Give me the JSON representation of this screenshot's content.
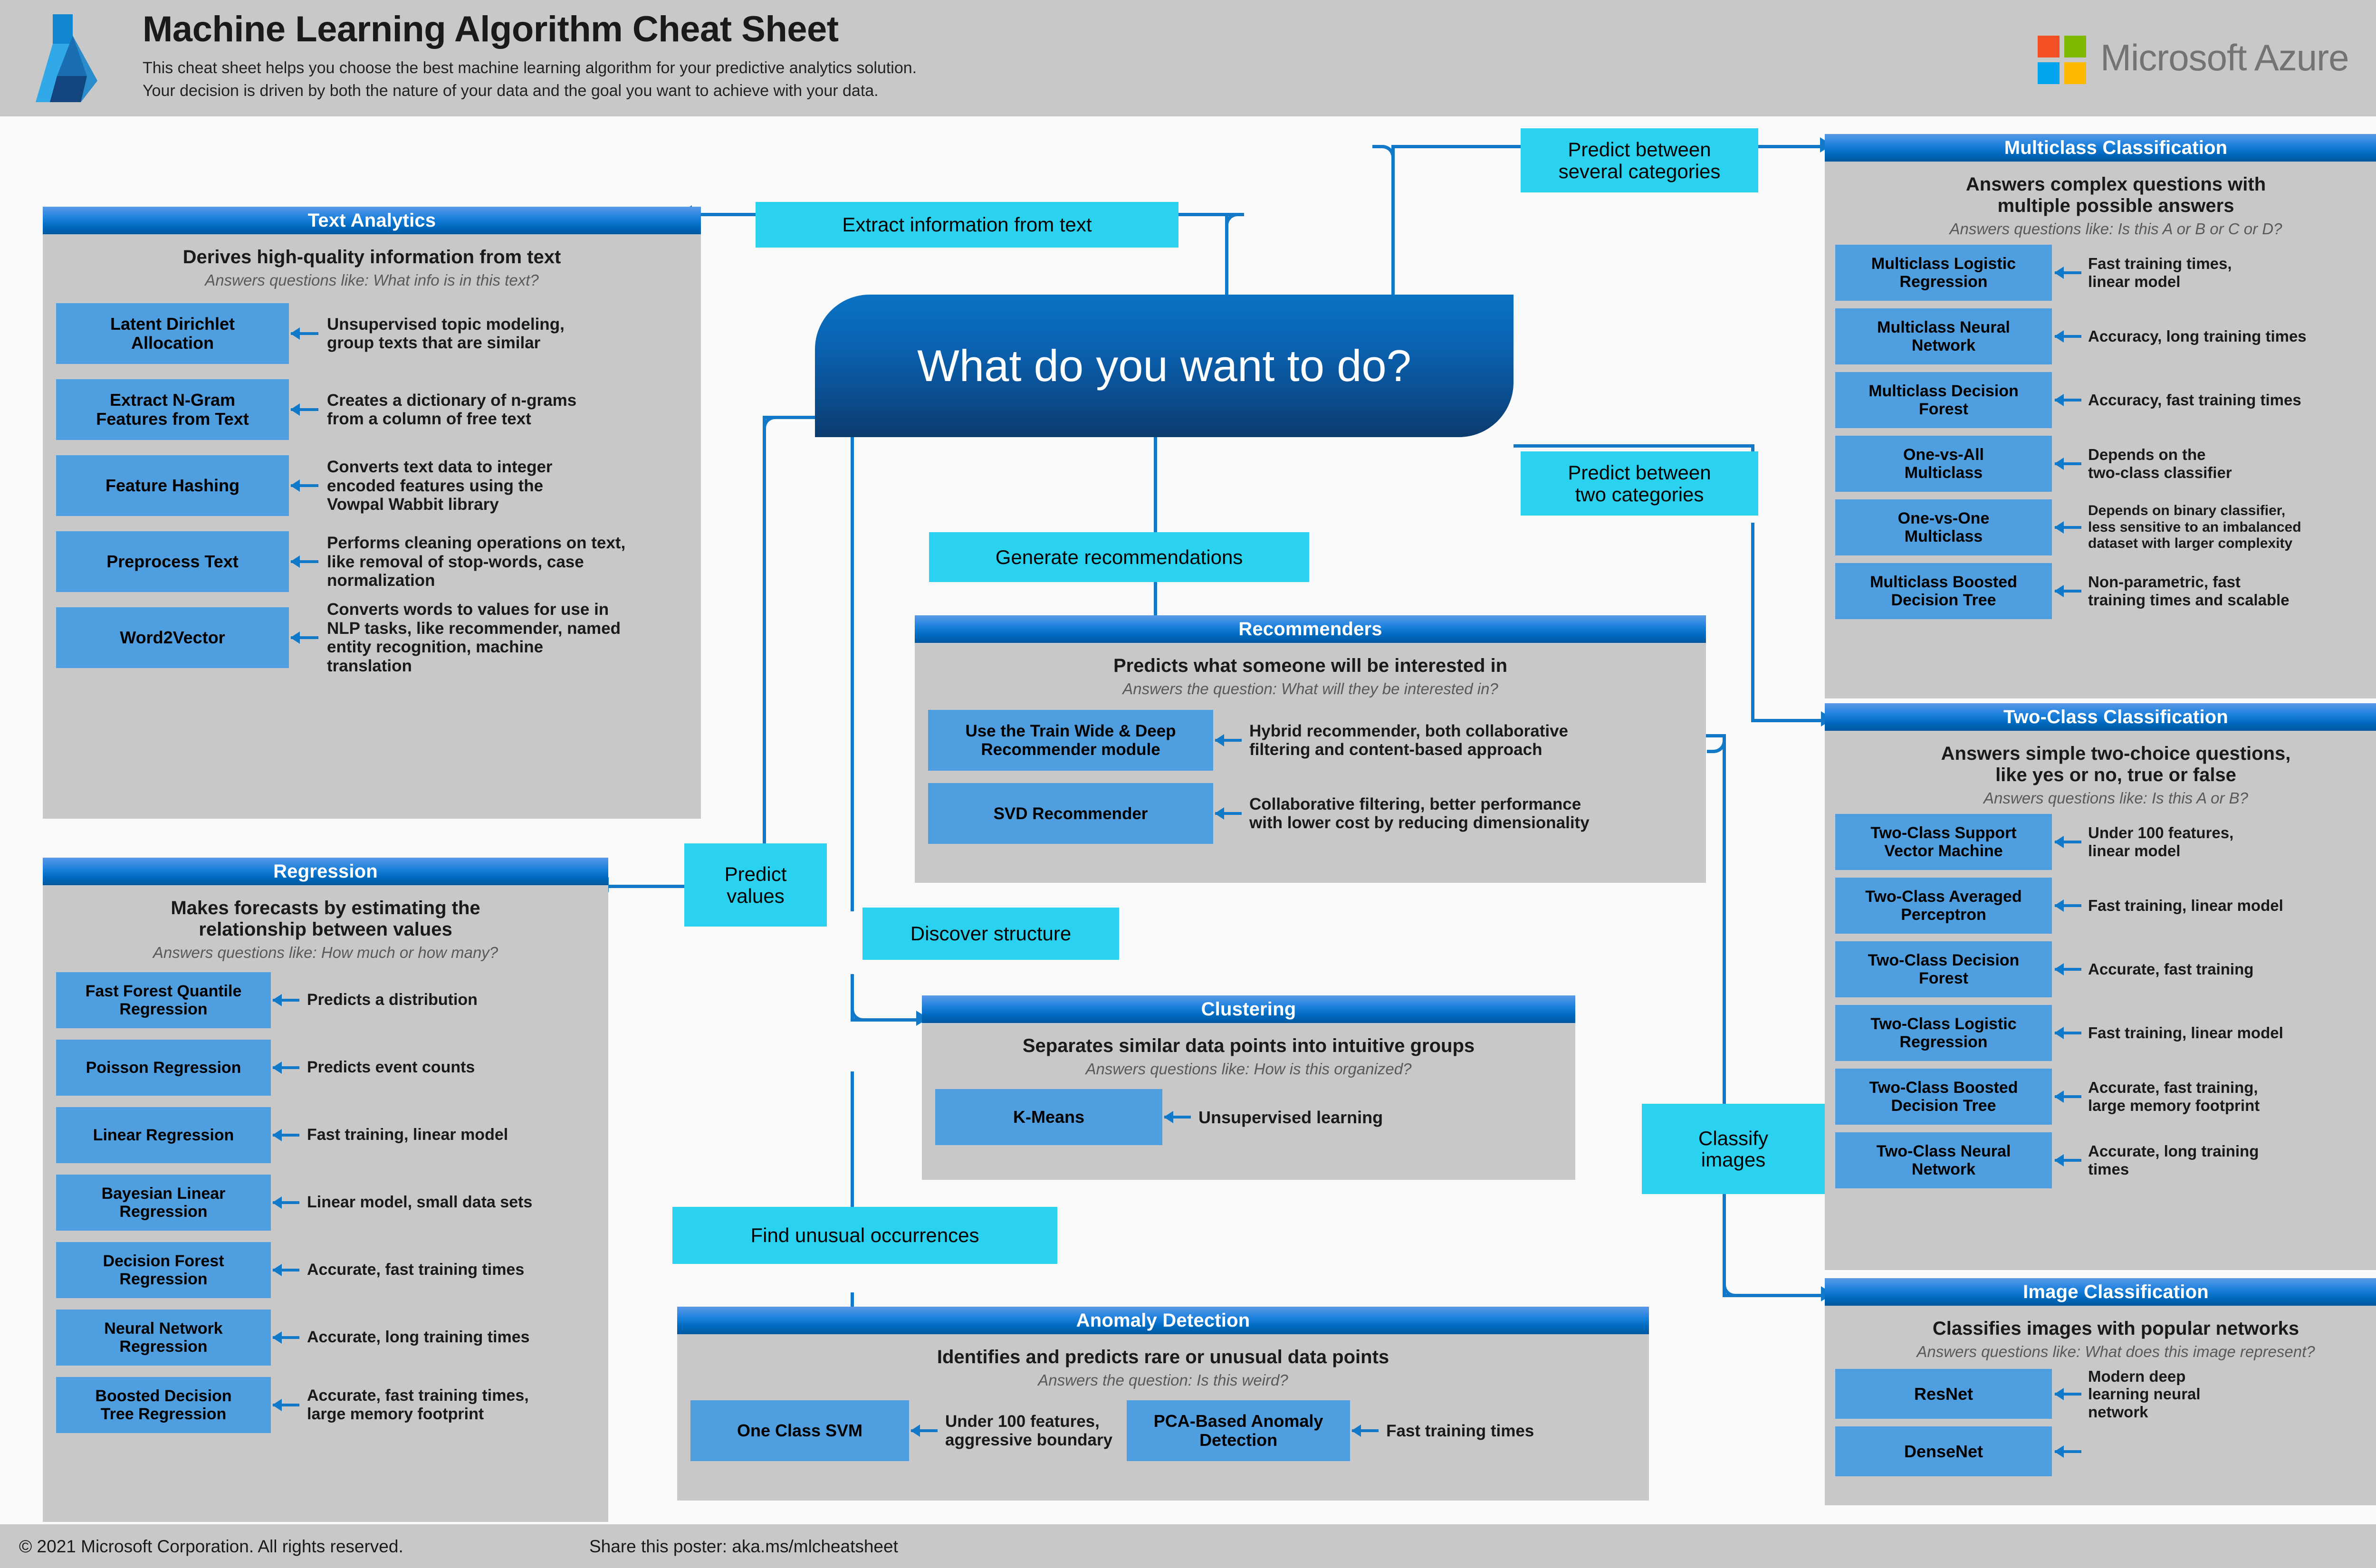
{
  "header": {
    "title": "Machine Learning Algorithm Cheat Sheet",
    "subtitle_line1": "This cheat sheet helps you choose the best machine learning algorithm for your predictive analytics solution.",
    "subtitle_line2": "Your decision is driven by both the nature of your data and the goal you want to achieve with your data.",
    "brand": "Microsoft Azure"
  },
  "hub": {
    "question": "What do you want to do?"
  },
  "decisions": {
    "extract_text": "Extract information from text",
    "several_categories": "Predict between\nseveral categories",
    "two_categories": "Predict between\ntwo categories",
    "recommendations": "Generate recommendations",
    "predict_values": "Predict\nvalues",
    "discover_structure": "Discover structure",
    "classify_images": "Classify\nimages",
    "find_unusual": "Find unusual occurrences"
  },
  "panels": {
    "text_analytics": {
      "title": "Text Analytics",
      "description": "Derives high-quality information from text",
      "question": "Answers questions like: What info is in this text?",
      "algorithms": [
        {
          "name": "Latent Dirichlet\nAllocation",
          "note": "Unsupervised topic modeling,\ngroup texts that are similar"
        },
        {
          "name": "Extract N-Gram\nFeatures from Text",
          "note": "Creates a dictionary of n-grams\nfrom a column of free text"
        },
        {
          "name": "Feature Hashing",
          "note": "Converts text data to integer\nencoded features using the\nVowpal Wabbit library"
        },
        {
          "name": "Preprocess Text",
          "note": "Performs cleaning operations on text,\nlike removal of stop-words, case\nnormalization"
        },
        {
          "name": "Word2Vector",
          "note": "Converts words to values for use in\nNLP tasks, like recommender, named\nentity recognition, machine\ntranslation"
        }
      ]
    },
    "regression": {
      "title": "Regression",
      "description": "Makes forecasts by estimating the\nrelationship between values",
      "question": "Answers questions like: How much or how many?",
      "algorithms": [
        {
          "name": "Fast Forest Quantile\nRegression",
          "note": "Predicts a distribution"
        },
        {
          "name": "Poisson Regression",
          "note": "Predicts event counts"
        },
        {
          "name": "Linear Regression",
          "note": "Fast training, linear model"
        },
        {
          "name": "Bayesian Linear\nRegression",
          "note": "Linear model, small data sets"
        },
        {
          "name": "Decision Forest\nRegression",
          "note": "Accurate, fast training times"
        },
        {
          "name": "Neural Network\nRegression",
          "note": "Accurate, long training times"
        },
        {
          "name": "Boosted Decision\nTree Regression",
          "note": "Accurate, fast training times,\nlarge memory footprint"
        }
      ]
    },
    "recommenders": {
      "title": "Recommenders",
      "description": "Predicts what someone will be interested in",
      "question": "Answers the question: What will they be interested in?",
      "algorithms": [
        {
          "name": "Use the Train Wide & Deep\nRecommender module",
          "note": "Hybrid recommender, both collaborative\nfiltering and content-based approach"
        },
        {
          "name": "SVD Recommender",
          "note": "Collaborative filtering, better performance\nwith lower cost by reducing dimensionality"
        }
      ]
    },
    "clustering": {
      "title": "Clustering",
      "description": "Separates similar data points into intuitive groups",
      "question": "Answers questions like: How is this organized?",
      "algorithms": [
        {
          "name": "K-Means",
          "note": "Unsupervised learning"
        }
      ]
    },
    "anomaly_detection": {
      "title": "Anomaly Detection",
      "description": "Identifies and predicts rare or unusual data points",
      "question": "Answers the question: Is this weird?",
      "algorithms": [
        {
          "name": "One Class SVM",
          "note": "Under 100 features,\naggressive boundary"
        },
        {
          "name": "PCA-Based Anomaly\nDetection",
          "note": "Fast training times"
        }
      ]
    },
    "multiclass_classification": {
      "title": "Multiclass Classification",
      "description": "Answers complex questions with\nmultiple possible answers",
      "question": "Answers questions like: Is this A or B or C or D?",
      "algorithms": [
        {
          "name": "Multiclass Logistic\nRegression",
          "note": "Fast training times,\nlinear model"
        },
        {
          "name": "Multiclass Neural\nNetwork",
          "note": "Accuracy, long training times"
        },
        {
          "name": "Multiclass Decision\nForest",
          "note": "Accuracy, fast training times"
        },
        {
          "name": "One-vs-All\nMulticlass",
          "note": "Depends on the\ntwo-class classifier"
        },
        {
          "name": "One-vs-One\nMulticlass",
          "note": "Depends on binary classifier,\nless sensitive to an imbalanced\ndataset with larger complexity"
        },
        {
          "name": "Multiclass Boosted\nDecision Tree",
          "note": "Non-parametric, fast\ntraining times and scalable"
        }
      ]
    },
    "two_class_classification": {
      "title": "Two-Class Classification",
      "description": "Answers simple two-choice questions,\nlike yes or no, true or false",
      "question": "Answers questions like: Is this A or B?",
      "algorithms": [
        {
          "name": "Two-Class Support\nVector Machine",
          "note": "Under 100 features,\nlinear model"
        },
        {
          "name": "Two-Class Averaged\nPerceptron",
          "note": "Fast training, linear model"
        },
        {
          "name": "Two-Class Decision\nForest",
          "note": "Accurate, fast training"
        },
        {
          "name": "Two-Class Logistic\nRegression",
          "note": "Fast training, linear model"
        },
        {
          "name": "Two-Class Boosted\nDecision Tree",
          "note": "Accurate, fast training,\nlarge memory footprint"
        },
        {
          "name": "Two-Class Neural\nNetwork",
          "note": "Accurate, long training\ntimes"
        }
      ]
    },
    "image_classification": {
      "title": "Image Classification",
      "description": "Classifies images with popular networks",
      "question": "Answers questions like: What does this image represent?",
      "algorithms": [
        {
          "name": "ResNet",
          "note": "Modern deep\nlearning neural\nnetwork"
        },
        {
          "name": "DenseNet",
          "note": ""
        }
      ]
    }
  },
  "footer": {
    "copyright": "© 2021 Microsoft Corporation. All rights reserved.",
    "share": "Share this poster: aka.ms/mlcheatsheet"
  },
  "colors": {
    "accent_blue": "#0078d4",
    "algo_box": "#4f9fe0",
    "chip_cyan": "#2ad2f0",
    "panel_gray": "#c8c8c8",
    "connector": "#1278c8"
  }
}
